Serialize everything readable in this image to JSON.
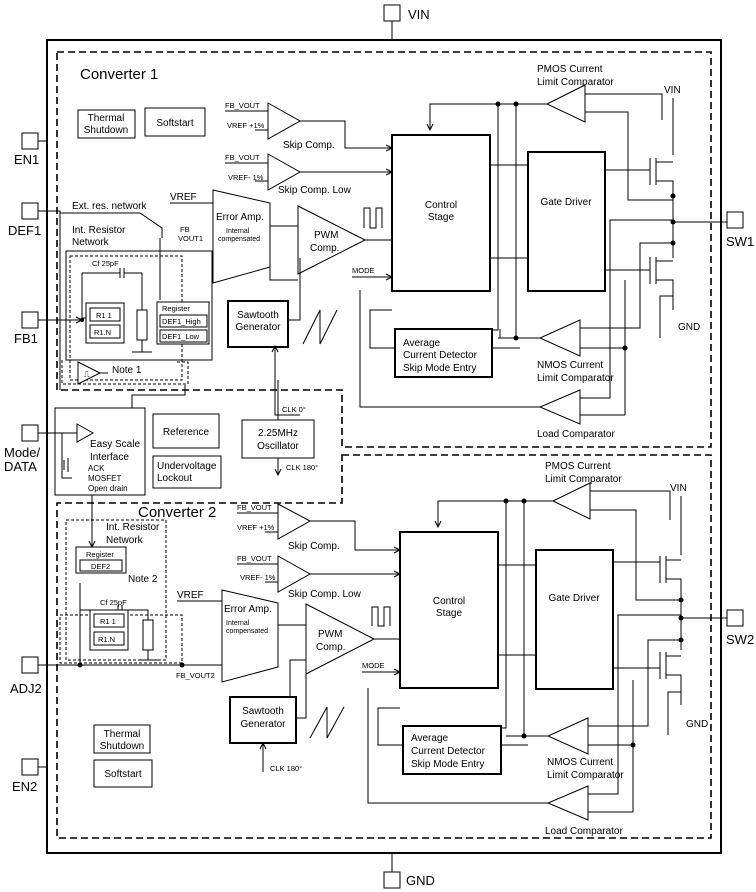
{
  "pins": {
    "vin": "VIN",
    "gnd": "GND",
    "en1": "EN1",
    "def1": "DEF1",
    "fb1": "FB1",
    "mode_data_1": "Mode/",
    "mode_data_2": "DATA",
    "adj2": "ADJ2",
    "en2": "EN2",
    "sw1": "SW1",
    "sw2": "SW2"
  },
  "converter1": {
    "title": "Converter 1",
    "thermal_1": "Thermal",
    "thermal_2": "Shutdown",
    "softstart": "Softstart",
    "fb_vout_a": "FB_VOUT",
    "vref_p1": "VREF +1%",
    "skip_comp": "Skip Comp.",
    "fb_vout_b": "FB_VOUT",
    "vref_m1": "VREF- 1%",
    "skip_comp_low": "Skip Comp. Low",
    "ext_res": "Ext. res. network",
    "int_res_1": "Int. Resistor",
    "int_res_2": "Network",
    "cf": "Cf 25pF",
    "r1": "R1 1",
    "rln": "R1.N",
    "register": "Register",
    "def1_high": "DEF1_High",
    "def1_low": "DEF1_Low",
    "note1": "Note 1",
    "vref": "VREF",
    "fb": "FB",
    "vout1": "VOUT1",
    "error_amp": "Error Amp.",
    "internal": "Internal",
    "compensated": "compensated",
    "pwm_1": "PWM",
    "pwm_2": "Comp.",
    "control_1": "Control",
    "control_2": "Stage",
    "gate_driver": "Gate Driver",
    "mode": "MODE",
    "saw_1": "Sawtooth",
    "saw_2": "Generator",
    "avg_1": "Average",
    "avg_2": "Current Detector",
    "avg_3": "Skip Mode Entry",
    "pmos_1": "PMOS Current",
    "pmos_2": "Limit Comparator",
    "nmos_1": "NMOS Current",
    "nmos_2": "Limit Comparator",
    "load_comp": "Load Comparator",
    "vin": "VIN",
    "gnd": "GND"
  },
  "shared": {
    "easy_1": "Easy Scale",
    "easy_2": "Interface",
    "ack_1": "ACK",
    "ack_2": "MOSFET",
    "ack_3": "Open drain",
    "reference": "Reference",
    "uvlo_1": "Undervoltage",
    "uvlo_2": "Lockout",
    "osc_1": "2.25MHz",
    "osc_2": "Oscillator",
    "clk0": "CLK 0°",
    "clk180": "CLK 180°"
  },
  "converter2": {
    "title": "Converter 2",
    "int_res_1": "Int. Resistor",
    "int_res_2": "Network",
    "register": "Register",
    "def2": "DEF2",
    "note2": "Note 2",
    "cf": "Cf 25pF",
    "r1": "R1 1",
    "rln": "R1.N",
    "fb_vout_a": "FB_VOUT",
    "vref_p1": "VREF +1%",
    "skip_comp": "Skip Comp.",
    "fb_vout_b": "FB_VOUT",
    "vref_m1": "VREF- 1%",
    "skip_comp_low": "Skip Comp. Low",
    "vref": "VREF",
    "error_amp": "Error Amp.",
    "internal": "Internal",
    "compensated": "compensated",
    "pwm_1": "PWM",
    "pwm_2": "Comp.",
    "fb_vout2": "FB_VOUT2",
    "mode": "MODE",
    "control_1": "Control",
    "control_2": "Stage",
    "gate_driver": "Gate Driver",
    "saw_1": "Sawtooth",
    "saw_2": "Generator",
    "clk180": "CLK 180°",
    "avg_1": "Average",
    "avg_2": "Current Detector",
    "avg_3": "Skip Mode Entry",
    "pmos_1": "PMOS Current",
    "pmos_2": "Limit Comparator",
    "nmos_1": "NMOS Current",
    "nmos_2": "Limit Comparator",
    "load_comp": "Load Comparator",
    "thermal_1": "Thermal",
    "thermal_2": "Shutdown",
    "softstart": "Softstart",
    "vin": "VIN",
    "gnd": "GND"
  }
}
